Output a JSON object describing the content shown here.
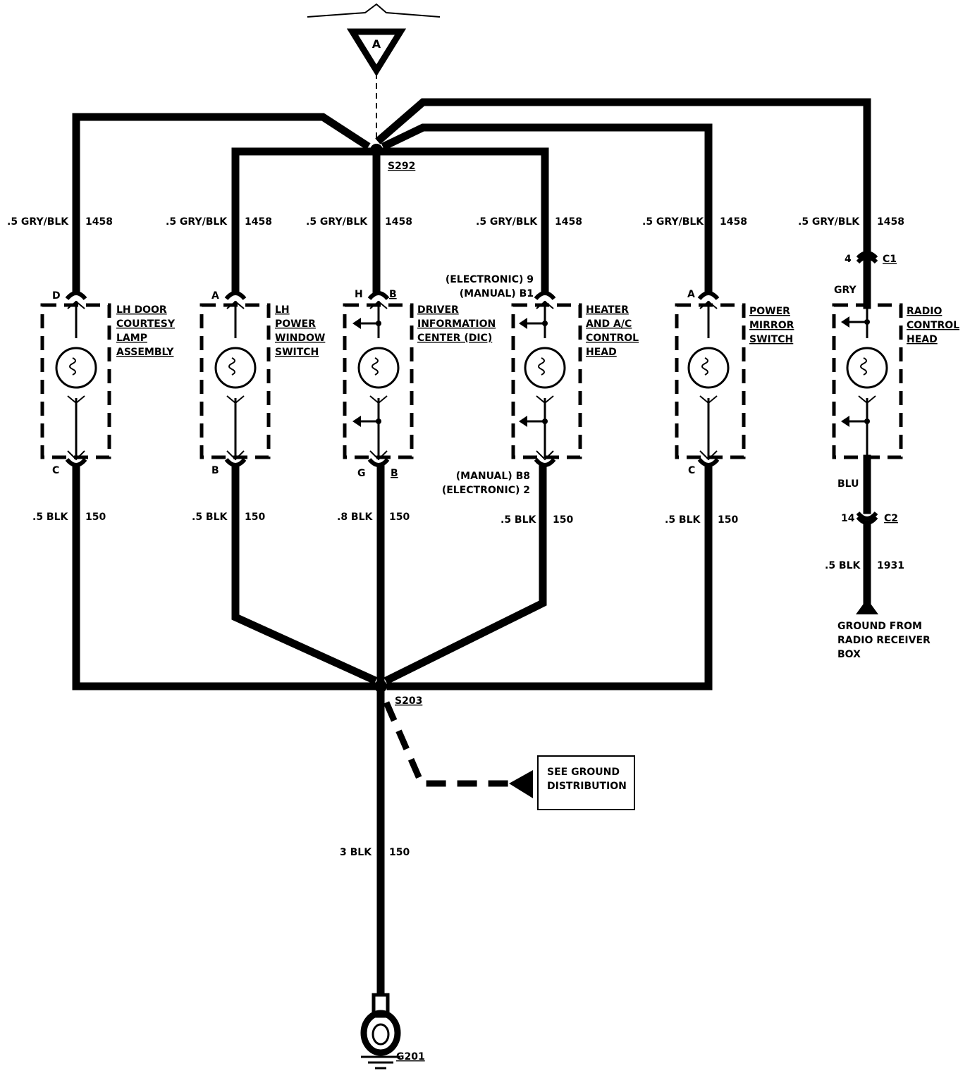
{
  "source": {
    "letter": "A"
  },
  "splices": {
    "top": "S292",
    "bottom": "S203"
  },
  "ground": {
    "id": "G201",
    "distribution_note": [
      "SEE GROUND",
      "DISTRIBUTION"
    ]
  },
  "wires": {
    "feed": {
      "gauge_color": ".5 GRY/BLK",
      "circuit": "1458"
    },
    "trunk": {
      "gauge_color": "3 BLK",
      "circuit": "150"
    }
  },
  "components": [
    {
      "name": [
        "LH DOOR",
        "COURTESY",
        "LAMP",
        "ASSEMBLY"
      ],
      "in_pin": "D",
      "out_pin": "C",
      "out_wire": ".5 BLK",
      "out_circuit": "150"
    },
    {
      "name": [
        "LH",
        "POWER",
        "WINDOW",
        "SWITCH"
      ],
      "in_pin": "A",
      "out_pin": "B",
      "out_wire": ".5 BLK",
      "out_circuit": "150"
    },
    {
      "name": [
        "DRIVER",
        "INFORMATION",
        "CENTER (DIC)"
      ],
      "in_pin": "H",
      "in_pin2": "B",
      "out_pin": "G",
      "out_pin2": "B",
      "out_wire": ".8 BLK",
      "out_circuit": "150"
    },
    {
      "name": [
        "HEATER",
        "AND A/C",
        "CONTROL",
        "HEAD"
      ],
      "in_pin_notes": [
        "(ELECTRONIC) 9",
        "(MANUAL) B1"
      ],
      "out_pin_notes": [
        "(MANUAL) B8",
        "(ELECTRONIC) 2"
      ],
      "out_wire": ".5 BLK",
      "out_circuit": "150"
    },
    {
      "name": [
        "POWER",
        "MIRROR",
        "SWITCH"
      ],
      "in_pin": "A",
      "out_pin": "C",
      "out_wire": ".5 BLK",
      "out_circuit": "150"
    },
    {
      "name": [
        "RADIO",
        "CONTROL",
        "HEAD"
      ],
      "in_conn_pin": "4",
      "in_conn": "C1",
      "in_wire_color": "GRY",
      "out_wire_color": "BLU",
      "out_conn_pin": "14",
      "out_conn": "C2",
      "out_wire": ".5 BLK",
      "out_circuit": "1931",
      "ground_note": [
        "GROUND FROM",
        "RADIO RECEIVER",
        "BOX"
      ]
    }
  ]
}
